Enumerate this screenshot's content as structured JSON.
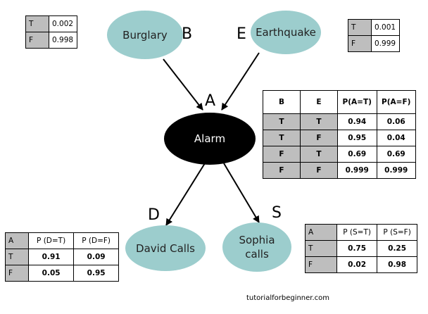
{
  "nodes": {
    "burglary": {
      "label": "Burglary",
      "letter": "B"
    },
    "earthquake": {
      "label": "Earthquake",
      "letter": "E"
    },
    "alarm": {
      "label": "Alarm",
      "letter": "A"
    },
    "david": {
      "label": "David Calls",
      "letter": "D"
    },
    "sophia": {
      "label": "Sophia calls",
      "line1": "Sophia",
      "line2": "calls",
      "letter": "S"
    }
  },
  "colors": {
    "node_fill": "#9ccdcd",
    "alarm_fill": "#000000",
    "header_fill": "#bebebe"
  },
  "cpt_b": {
    "rows": [
      [
        "T",
        "0.002"
      ],
      [
        "F",
        "0.998"
      ]
    ]
  },
  "cpt_e": {
    "rows": [
      [
        "T",
        "0.001"
      ],
      [
        "F",
        "0.999"
      ]
    ]
  },
  "cpt_a": {
    "headers": [
      "B",
      "E",
      "P(A=T)",
      "P(A=F)"
    ],
    "rows": [
      [
        "T",
        "T",
        "0.94",
        "0.06"
      ],
      [
        "T",
        "F",
        "0.95",
        "0.04"
      ],
      [
        "F",
        "T",
        "0.69",
        "0.69"
      ],
      [
        "F",
        "F",
        "0.999",
        "0.999"
      ]
    ]
  },
  "cpt_d": {
    "headers": [
      "A",
      "P (D=T)",
      "P (D=F)"
    ],
    "rows": [
      [
        "T",
        "0.91",
        "0.09"
      ],
      [
        "F",
        "0.05",
        "0.95"
      ]
    ]
  },
  "cpt_s": {
    "headers": [
      "A",
      "P (S=T)",
      "P (S=F)"
    ],
    "rows": [
      [
        "T",
        "0.75",
        "0.25"
      ],
      [
        "F",
        "0.02",
        "0.98"
      ]
    ]
  },
  "footer": "tutorialforbeginner.com"
}
